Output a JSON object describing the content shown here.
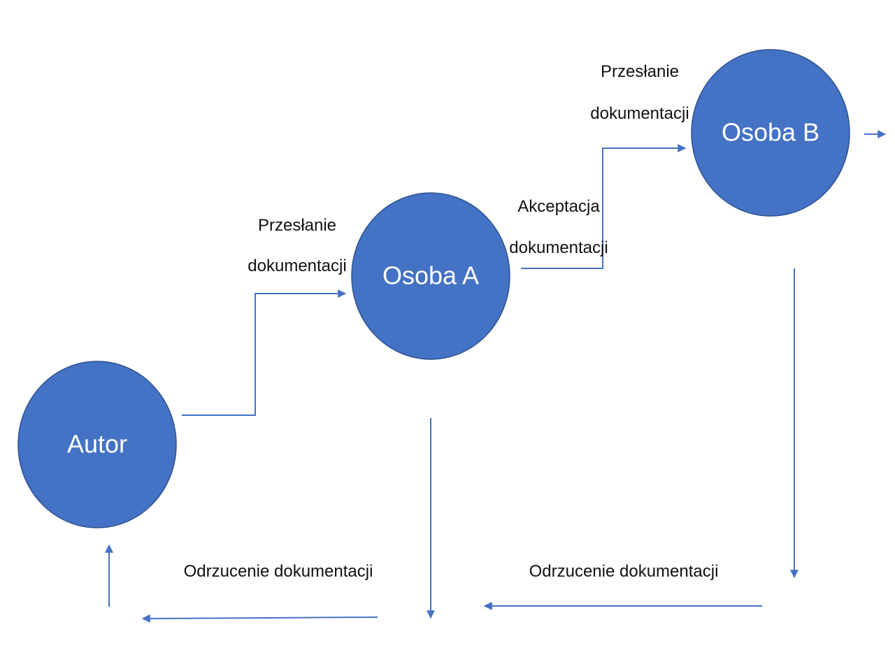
{
  "diagram": {
    "nodes": {
      "autor": {
        "label": "Autor"
      },
      "osoba_a": {
        "label": "Osoba A"
      },
      "osoba_b": {
        "label": "Osoba B"
      }
    },
    "edges": {
      "autor_to_a": {
        "line1": "Przesłanie",
        "line2": "dokumentacji"
      },
      "a_to_b_accept": {
        "line1": "Akceptacja",
        "line2": "dokumentacji"
      },
      "a_to_b_send": {
        "line1": "Przesłanie",
        "line2": "dokumentacji"
      },
      "a_reject": {
        "label": "Odrzucenie dokumentacji"
      },
      "b_reject": {
        "label": "Odrzucenie dokumentacji"
      }
    },
    "colors": {
      "node_fill": "#4472c4",
      "edge_stroke": "#4472c4",
      "node_text": "#ffffff",
      "edge_text": "#111111"
    }
  }
}
